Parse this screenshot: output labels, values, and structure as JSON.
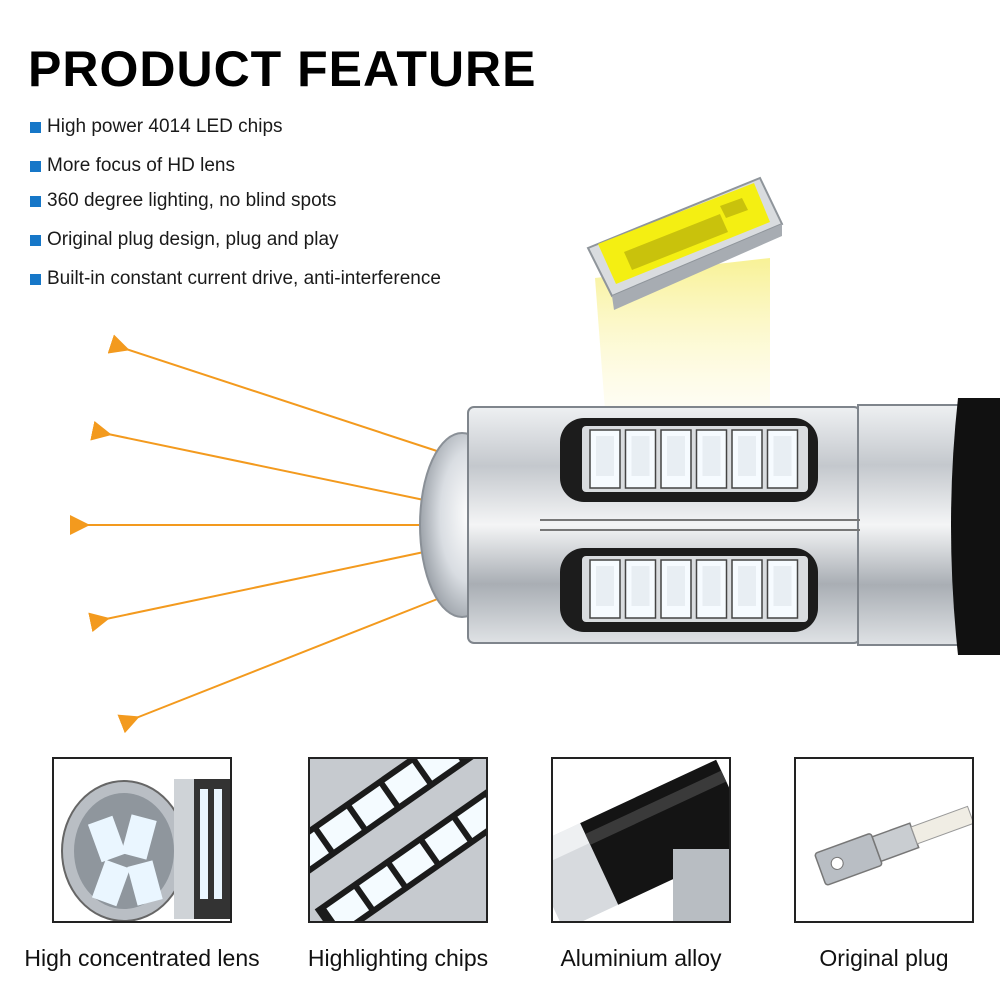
{
  "title": "PRODUCT FEATURE",
  "features": [
    "High power 4014 LED chips",
    "More focus of HD lens",
    "360 degree lighting, no blind spots",
    "Original plug design, plug and play",
    "Built-in constant current drive, anti-interference"
  ],
  "panels": [
    {
      "caption": "High concentrated lens",
      "icon": "lens-closeup-icon"
    },
    {
      "caption": "Highlighting chips",
      "icon": "led-chips-closeup-icon"
    },
    {
      "caption": "Aluminium alloy",
      "icon": "aluminium-body-closeup-icon"
    },
    {
      "caption": "Original plug",
      "icon": "plug-terminal-icon"
    }
  ],
  "colors": {
    "bullet": "#1677c8",
    "arrow": "#f39a1e",
    "led_yellow": "#f5ef14",
    "led_white": "#ffffff",
    "aluminium": "#c9ccd1"
  }
}
